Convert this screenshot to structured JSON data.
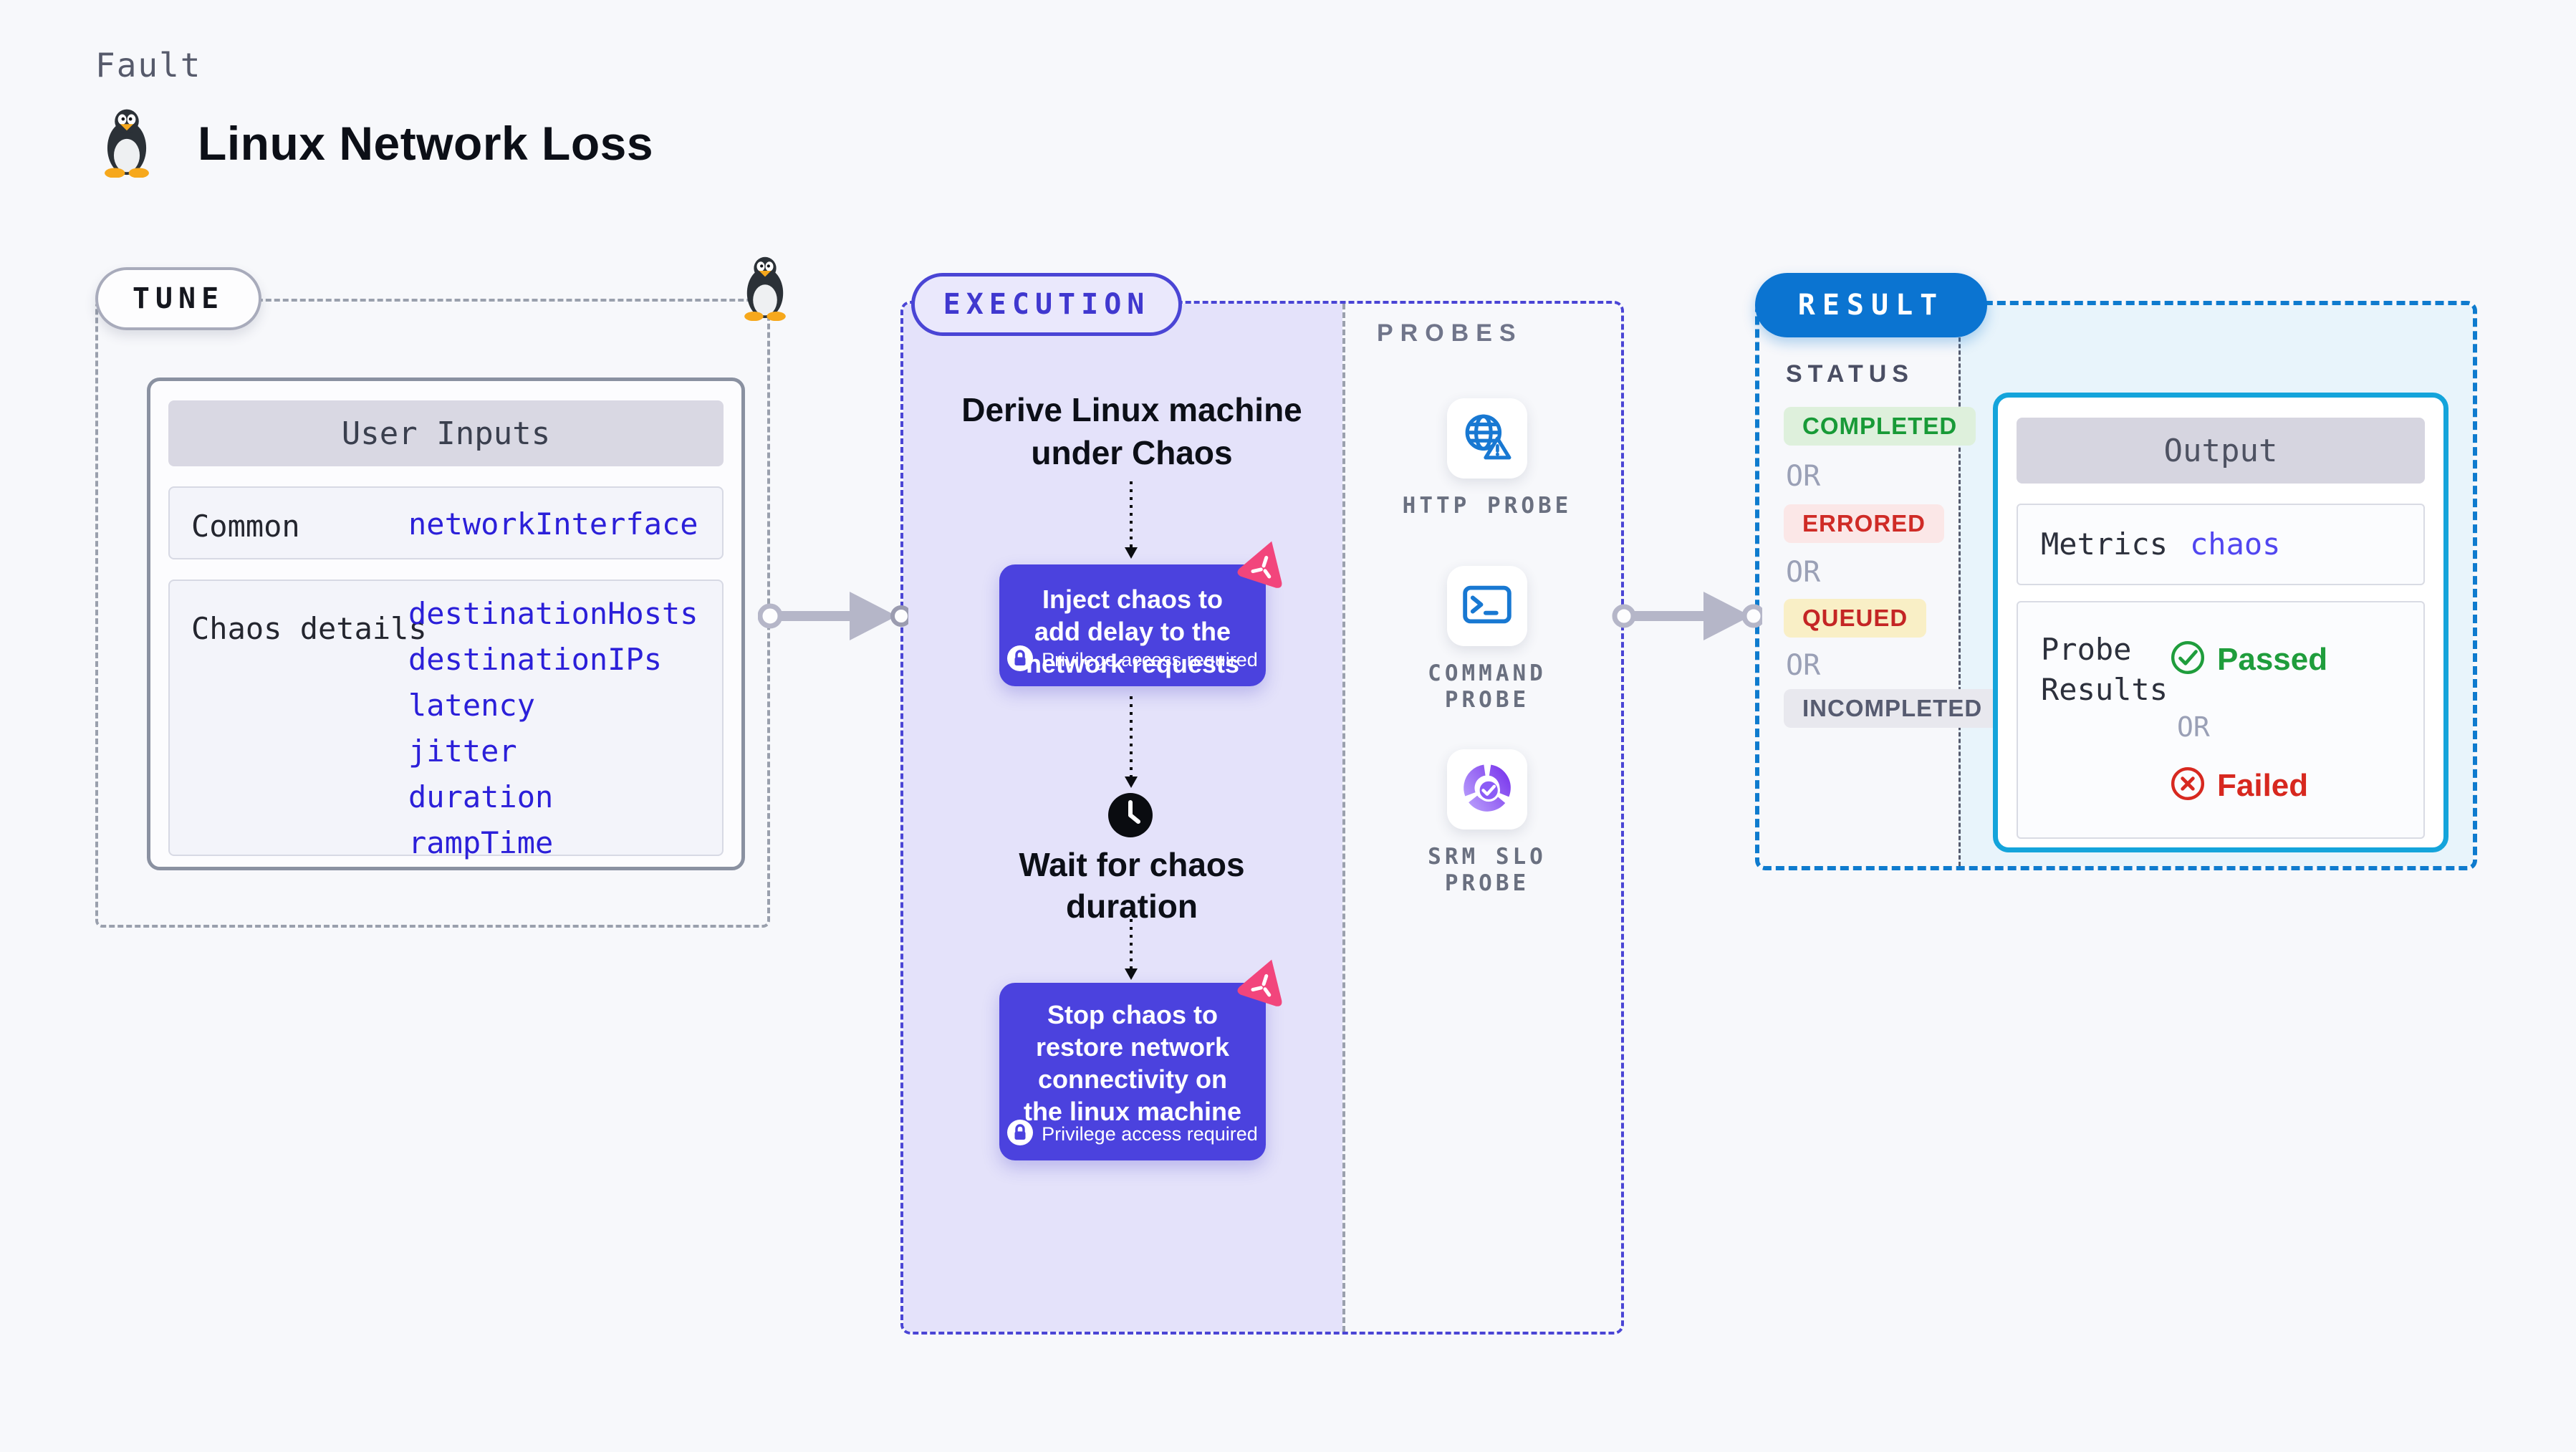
{
  "header": {
    "fault_label": "Fault",
    "title": "Linux Network Loss"
  },
  "tune": {
    "pill": "TUNE",
    "card_header": "User Inputs",
    "rows": [
      {
        "label": "Common",
        "values": [
          "networkInterface"
        ]
      },
      {
        "label": "Chaos details",
        "values": [
          "destinationHosts",
          "destinationIPs",
          "latency",
          "jitter",
          "duration",
          "rampTime"
        ]
      }
    ]
  },
  "execution": {
    "pill": "EXECUTION",
    "derive_step": "Derive Linux machine under Chaos",
    "inject_step": "Inject chaos to add delay to the network requests",
    "wait_step": "Wait for chaos duration",
    "stop_step": "Stop chaos to restore network connectivity on the linux machine",
    "privilege_note": "Privilege access required"
  },
  "probes": {
    "label": "PROBES",
    "items": [
      {
        "name": "HTTP PROBE",
        "icon": "globe-alert-icon"
      },
      {
        "name": "COMMAND PROBE",
        "icon": "terminal-icon"
      },
      {
        "name": "SRM SLO PROBE",
        "icon": "slo-donut-icon"
      }
    ]
  },
  "result": {
    "pill": "RESULT",
    "status_label": "STATUS",
    "or_label": "OR",
    "statuses": [
      {
        "label": "COMPLETED",
        "text_color": "#189a37",
        "bg_color": "#def0dc"
      },
      {
        "label": "ERRORED",
        "text_color": "#cf2b26",
        "bg_color": "#fbe7e7"
      },
      {
        "label": "QUEUED",
        "text_color": "#c42525",
        "bg_color": "#f9efc6"
      },
      {
        "label": "INCOMPLETED",
        "text_color": "#565b70",
        "bg_color": "#e8e8ee"
      }
    ]
  },
  "output": {
    "header": "Output",
    "metrics_label": "Metrics",
    "metrics_value": "chaos metrics",
    "probe_results_label": "Probe Results",
    "passed_label": "Passed",
    "or_label": "OR",
    "failed_label": "Failed"
  },
  "colors": {
    "page_bg": "#f7f8fb",
    "tune_dash": "#9aa0ad",
    "execution_dash": "#4a45d5",
    "execution_fill": "#e4e2fa",
    "chaos_card": "#4b42de",
    "chaos_icon_pink": "#f2457c",
    "result_dash": "#0e7bce",
    "result_pill": "#0b74d1",
    "result_fill": "#e8f4fb",
    "output_border": "#14a4db",
    "input_value_blue": "#2b1fd9",
    "metrics_value_blue": "#5146f0",
    "passed_green": "#1f9d3c",
    "failed_red": "#d7281f",
    "probe_icon_blue": "#1878d2",
    "srm_purple": "#8b5cf6",
    "arrow_gray": "#b5b6c8"
  }
}
